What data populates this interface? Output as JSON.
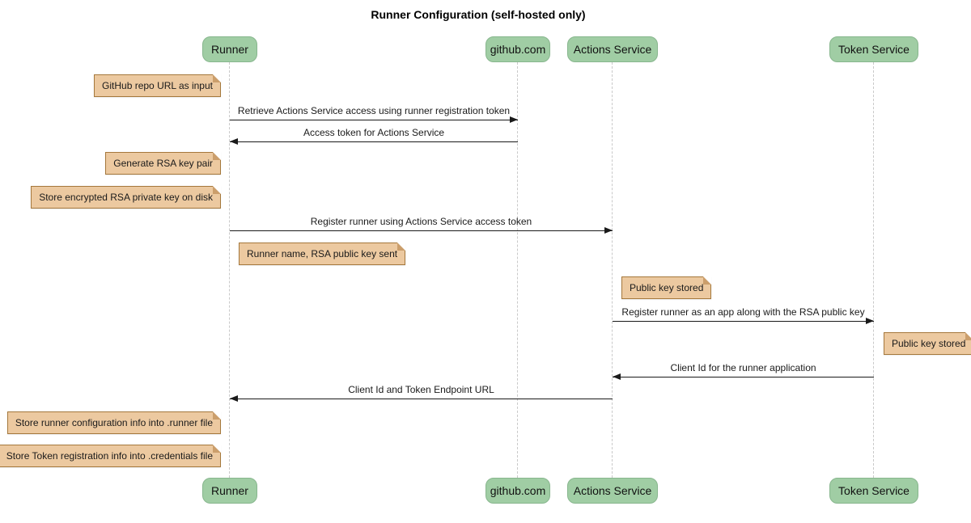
{
  "title": "Runner Configuration (self-hosted only)",
  "diagram_type": "sequence-diagram",
  "colors": {
    "participant_fill": "#A0CDA4",
    "participant_border": "#87B68D",
    "note_fill": "#ECC9A0",
    "note_border": "#A5783C",
    "note_fold": "#CB9E6B",
    "lifeline": "#C9C9C9",
    "message_line": "#1A1A1A"
  },
  "participants": [
    {
      "label": "Runner"
    },
    {
      "label": "github.com"
    },
    {
      "label": "Actions Service"
    },
    {
      "label": "Token Service"
    }
  ],
  "messages": [
    {
      "text": "Retrieve Actions Service access using runner registration token",
      "from": "Runner",
      "to": "github.com"
    },
    {
      "text": "Access token for Actions Service",
      "from": "github.com",
      "to": "Runner"
    },
    {
      "text": "Register runner using Actions Service access token",
      "from": "Runner",
      "to": "Actions Service"
    },
    {
      "text": "Register runner as an app along with the RSA public key",
      "from": "Actions Service",
      "to": "Token Service"
    },
    {
      "text": "Client Id for the runner application",
      "from": "Token Service",
      "to": "Actions Service"
    },
    {
      "text": "Client Id and Token Endpoint URL",
      "from": "Actions Service",
      "to": "Runner"
    }
  ],
  "notes": [
    {
      "text": "GitHub repo URL as input",
      "position": "left of Runner"
    },
    {
      "text": "Generate RSA key pair",
      "position": "left of Runner"
    },
    {
      "text": "Store encrypted RSA private key on disk",
      "position": "left of Runner"
    },
    {
      "text": "Runner name, RSA public key sent",
      "position": "right of Runner"
    },
    {
      "text": "Public key stored",
      "position": "right of Actions Service"
    },
    {
      "text": "Public key stored",
      "position": "right of Token Service"
    },
    {
      "text": "Store runner configuration info into .runner file",
      "position": "left of Runner"
    },
    {
      "text": "Store Token registration info into .credentials file",
      "position": "left of Runner"
    }
  ]
}
